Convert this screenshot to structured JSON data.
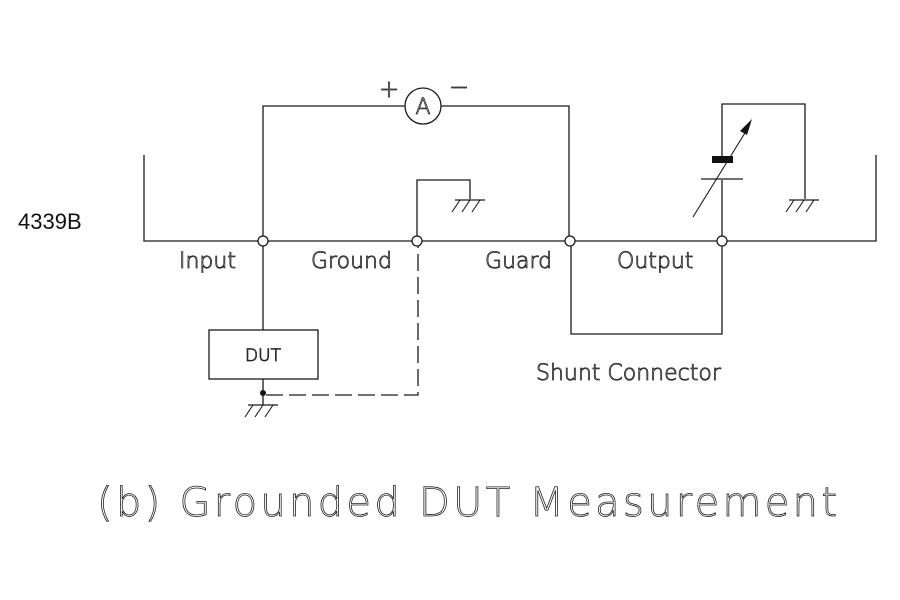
{
  "diagram": {
    "instrument_label": "4339B",
    "terminals": [
      {
        "id": "input",
        "label": "Input"
      },
      {
        "id": "ground",
        "label": "Ground"
      },
      {
        "id": "guard",
        "label": "Guard"
      },
      {
        "id": "output",
        "label": "Output"
      }
    ],
    "ammeter": {
      "symbol": "A",
      "plus": "+",
      "minus": "−"
    },
    "dut_label": "DUT",
    "shunt_label": "Shunt Connector",
    "caption": "(b) Grounded DUT Measurement",
    "symbols": [
      "ammeter-icon",
      "variable-voltage-source-icon",
      "ground-icon"
    ]
  }
}
